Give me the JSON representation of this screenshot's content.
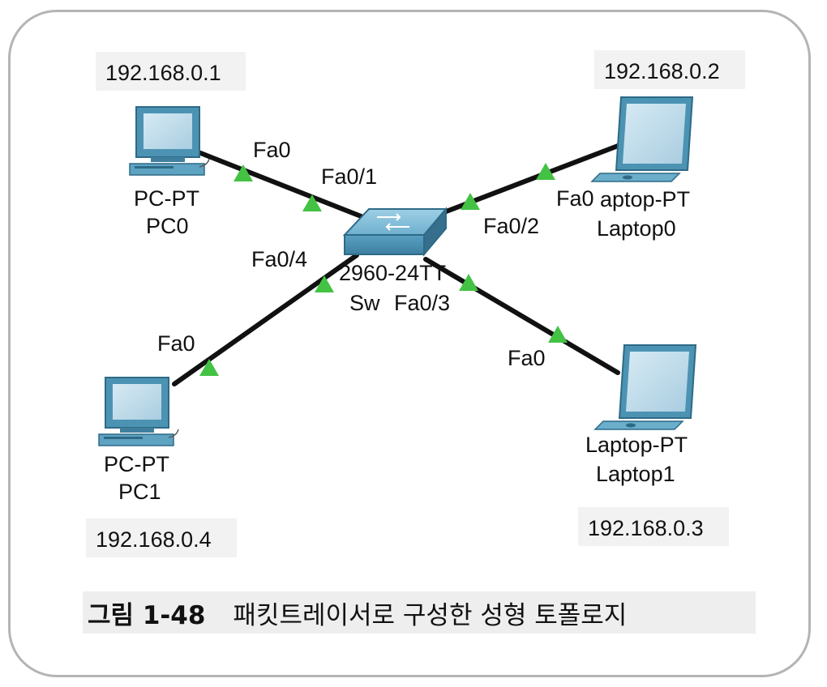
{
  "devices": {
    "pc0": {
      "type_label": "PC-PT",
      "name": "PC0",
      "ip": "192.168.0.1",
      "port": "Fa0"
    },
    "pc1": {
      "type_label": "PC-PT",
      "name": "PC1",
      "ip": "192.168.0.4",
      "port": "Fa0"
    },
    "laptop0": {
      "type_label": "aptop-PT",
      "name": "Laptop0",
      "ip": "192.168.0.2",
      "port": "Fa0"
    },
    "laptop1": {
      "type_label": "Laptop-PT",
      "name": "Laptop1",
      "ip": "192.168.0.3",
      "port": "Fa0"
    },
    "switch": {
      "model_label": "2960-24TT",
      "name_label": "Sw"
    }
  },
  "switch_ports": {
    "p1": "Fa0/1",
    "p2": "Fa0/2",
    "p3": "Fa0/3",
    "p4": "Fa0/4"
  },
  "colors": {
    "link": "#111111",
    "link_light": "#43c244",
    "device_blue": "#4c93b3",
    "screen": "#b6d7e8"
  },
  "caption": {
    "label": "그림 1-48",
    "text": "패킷트레이서로 구성한 성형 토폴로지"
  }
}
